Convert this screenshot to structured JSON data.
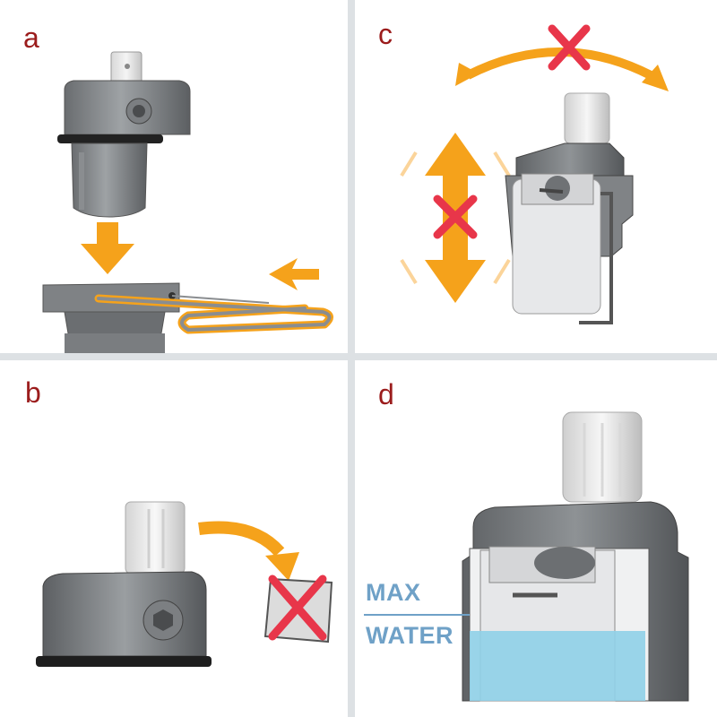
{
  "panels": {
    "a": {
      "label": "a"
    },
    "b": {
      "label": "b"
    },
    "c": {
      "label": "c"
    },
    "d": {
      "label": "d",
      "max_label": "MAX",
      "water_label": "WATER"
    }
  },
  "colors": {
    "arrow": "#f5a21b",
    "cross": "#e8364a",
    "water": "#8fd0e8",
    "label": "#9b1c1c",
    "water_text": "#6fa1c7",
    "divider": "#dde1e4"
  }
}
